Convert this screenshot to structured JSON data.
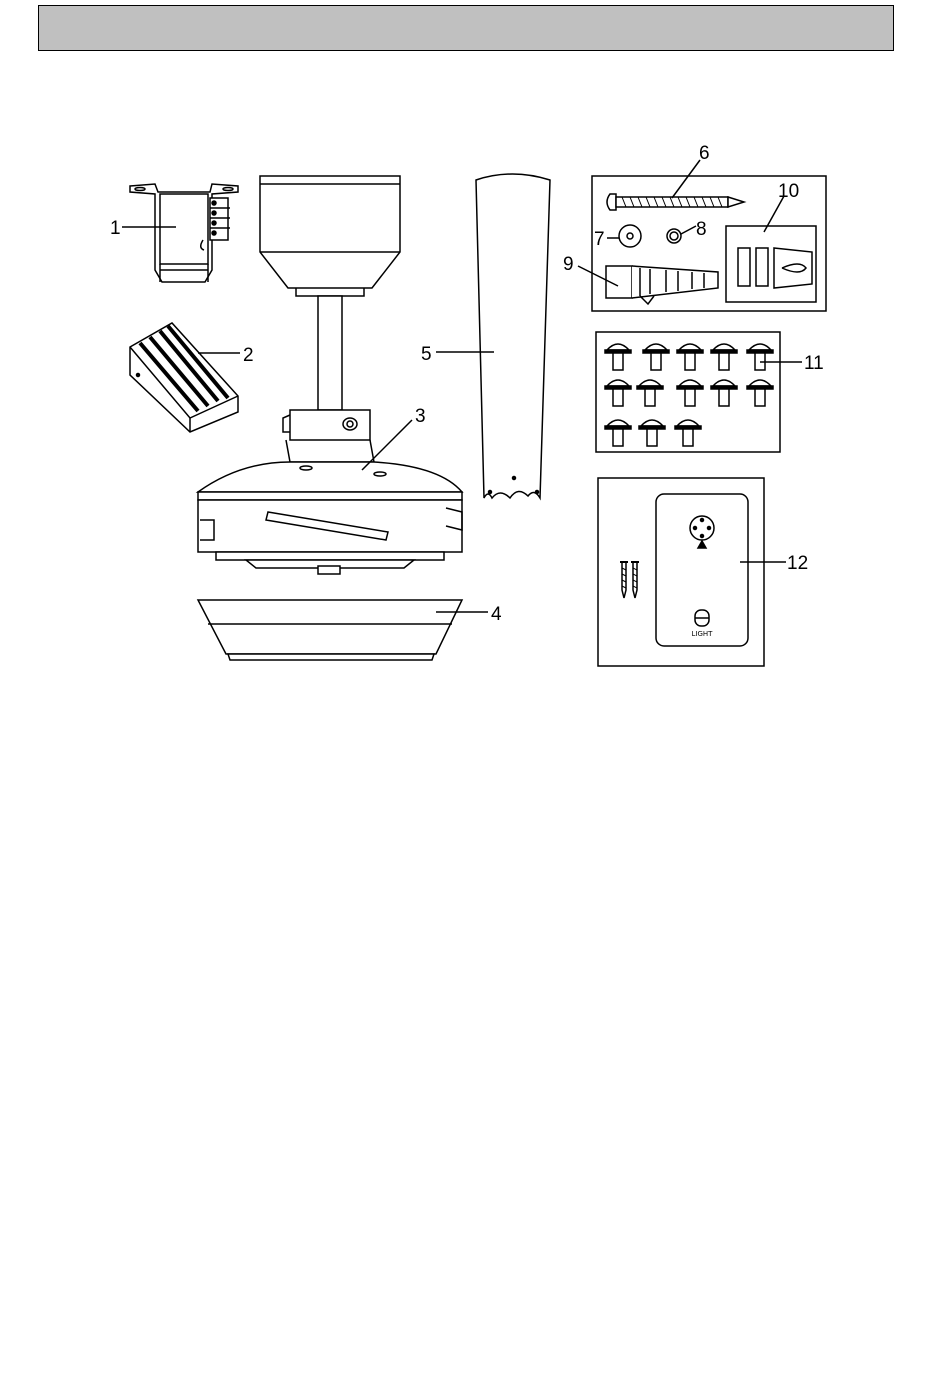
{
  "header": {
    "text": ""
  },
  "parts": [
    {
      "number": "1"
    },
    {
      "number": "2"
    },
    {
      "number": "3"
    },
    {
      "number": "4"
    },
    {
      "number": "5"
    },
    {
      "number": "6"
    },
    {
      "number": "7"
    },
    {
      "number": "8"
    },
    {
      "number": "9"
    },
    {
      "number": "10"
    },
    {
      "number": "11"
    },
    {
      "number": "12"
    }
  ],
  "wall_control": {
    "button_label": "LIGHT"
  }
}
